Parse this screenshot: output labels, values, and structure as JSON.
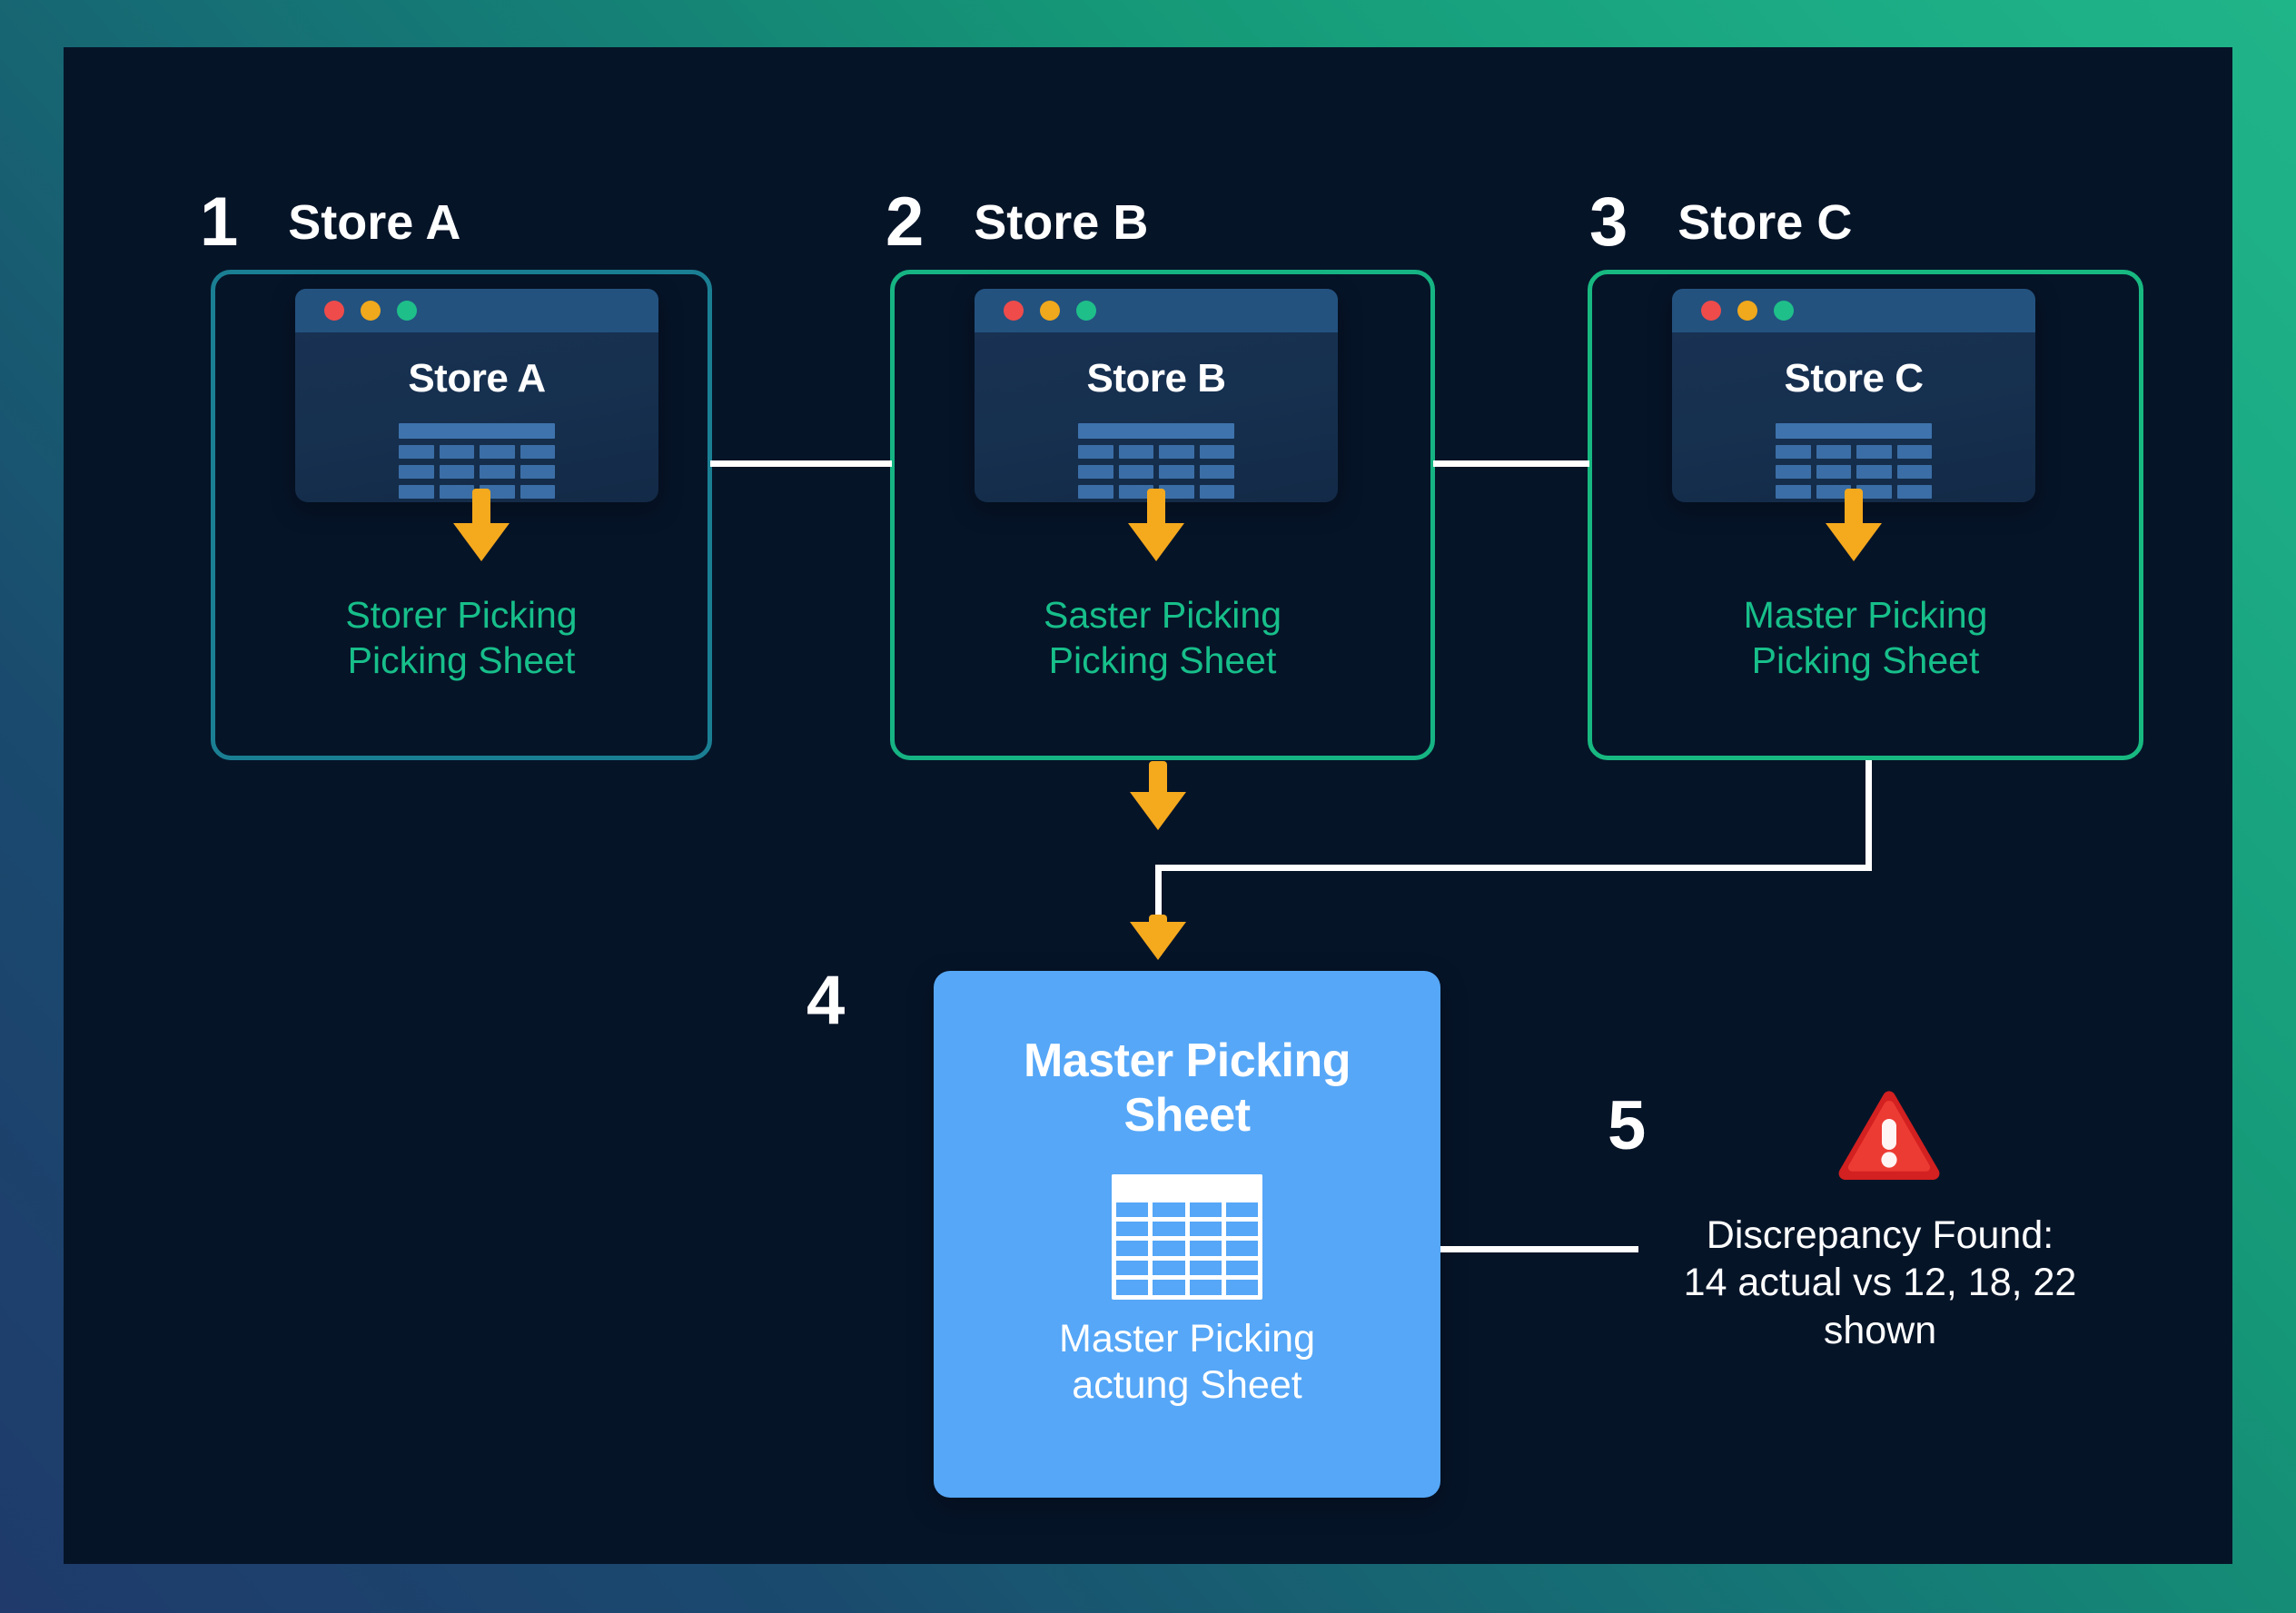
{
  "theme": {
    "background_outer_start": "#1f3a6b",
    "background_outer_end": "#20b489",
    "canvas": "#061428",
    "accent_green": "#17bf8a",
    "accent_blue": "#56a7f7",
    "arrow_yellow": "#f5a91d",
    "warning_red": "#e03131",
    "connector_white": "#ffffff"
  },
  "steps": [
    {
      "number": "1",
      "header": "Store A",
      "window_title": "Store A",
      "caption_line1": "Storer Picking",
      "caption_line2": "Picking Sheet",
      "border_color": "#1b7f93"
    },
    {
      "number": "2",
      "header": "Store B",
      "window_title": "Store B",
      "caption_line1": "Saster Picking",
      "caption_line2": "Picking Sheet",
      "border_color": "#16b483"
    },
    {
      "number": "3",
      "header": "Store C",
      "window_title": "Store C",
      "caption_line1": "Master Picking",
      "caption_line2": "Picking Sheet",
      "border_color": "#18b981"
    }
  ],
  "master": {
    "number": "4",
    "title_line1": "Master Picking",
    "title_line2": "Sheet",
    "icon": "spreadsheet-icon",
    "caption_line1": "Master Picking",
    "caption_line2": "actung Sheet"
  },
  "alert": {
    "number": "5",
    "icon": "warning-triangle-icon",
    "line1": "Discrepancy Found:",
    "line2": "14 actual vs 12, 18, 22",
    "line3": "shown",
    "actual_value": "14",
    "shown_values": "12, 18, 22"
  },
  "window_chrome": {
    "dot_red": "red-traffic-light-dot",
    "dot_yellow": "yellow-traffic-light-dot",
    "dot_green": "green-traffic-light-dot"
  }
}
